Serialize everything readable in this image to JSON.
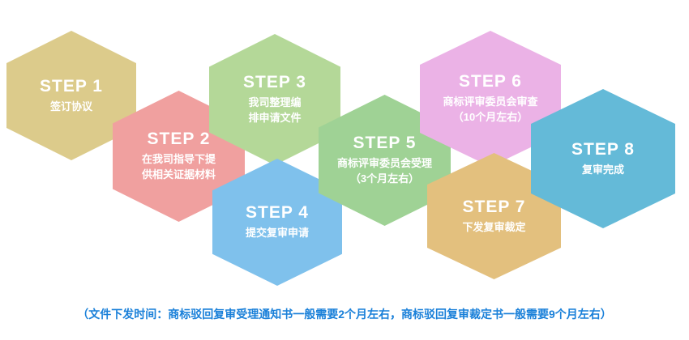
{
  "diagram": {
    "steps": [
      {
        "title": "STEP 1",
        "desc": "签订协议",
        "color": "#dccb8b"
      },
      {
        "title": "STEP 2",
        "desc": "在我司指导下提\n供相关证据材料",
        "color": "#f0a09f"
      },
      {
        "title": "STEP 3",
        "desc": "我司整理编\n排申请文件",
        "color": "#b4d898"
      },
      {
        "title": "STEP 4",
        "desc": "提交复审申请",
        "color": "#7fc1ec"
      },
      {
        "title": "STEP 5",
        "desc": "商标评审委员会受理\n（3个月左右）",
        "color": "#9fd295"
      },
      {
        "title": "STEP 6",
        "desc": "商标评审委员会审查\n（10个月左右）",
        "color": "#ebb2e6"
      },
      {
        "title": "STEP 7",
        "desc": "下发复审裁定",
        "color": "#e3c07e"
      },
      {
        "title": "STEP 8",
        "desc": "复审完成",
        "color": "#64bad8"
      }
    ],
    "footer": {
      "text": "（文件下发时间：商标驳回复审受理通知书一般需要2个月左右，商标驳回复审裁定书一般需要9个月左右）",
      "color": "#1a80d9"
    }
  }
}
